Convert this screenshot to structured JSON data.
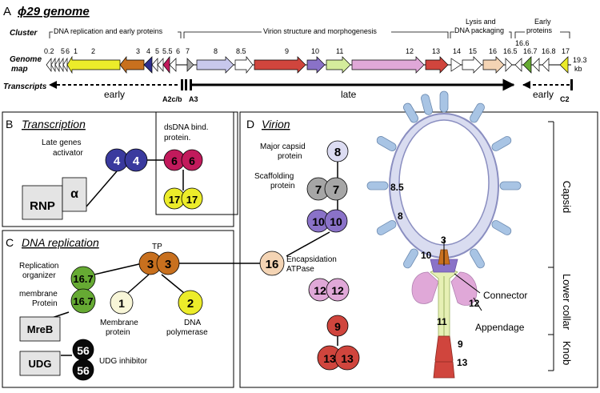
{
  "panel_a": {
    "letter": "A",
    "title": "ϕ29 genome",
    "cluster_label": "Cluster",
    "genome_label": "Genome",
    "map_label": "map",
    "transcripts_label": "Transcripts",
    "cluster_dna": "DNA replication and early proteins",
    "cluster_virion": "Virion structure and morphogenesis",
    "cluster_lysis_1": "Lysis and",
    "cluster_lysis_2": "DNA packaging",
    "cluster_early_1": "Early",
    "cluster_early_2": "proteins",
    "genes": [
      "0.2",
      "5",
      "6",
      "1",
      "2",
      "3",
      "4",
      "5",
      "5.5",
      "6",
      "7",
      "8",
      "8.5",
      "9",
      "10",
      "11",
      "12",
      "13",
      "14",
      "15",
      "16",
      "16.5",
      "16.6",
      "16.7",
      "16.8",
      "17",
      "19.3"
    ],
    "kb_label": "kb",
    "transcript_early_left": "early",
    "transcript_late": "late",
    "transcript_early_right": "early",
    "promoter_a2": "A2c/b",
    "promoter_a3": "A3",
    "promoter_c2": "C2"
  },
  "panel_b": {
    "letter": "B",
    "title": "Transcription",
    "activator_1": "Late genes",
    "activator_2": "activator",
    "dsdna_1": "dsDNA bind.",
    "dsdna_2": "protein.",
    "rnp": "RNP",
    "alpha": "α",
    "p4": "4",
    "p6": "6",
    "p17": "17"
  },
  "panel_c": {
    "letter": "C",
    "title": "DNA replication",
    "tp": "TP",
    "p3": "3",
    "org_1": "Replication",
    "org_2": "organizer",
    "org_3": "membrane",
    "org_4": "Protein",
    "p16_7": "16.7",
    "mreb": "MreB",
    "p1": "1",
    "membrane_1": "Membrane",
    "membrane_2": "protein",
    "p2": "2",
    "dnapol_1": "DNA",
    "dnapol_2": "polymerase",
    "udg": "UDG",
    "p56": "56",
    "udg_inhibitor": "UDG inhibitor"
  },
  "panel_d": {
    "letter": "D",
    "title": "Virion",
    "major_1": "Major capsid",
    "major_2": "protein",
    "p8": "8",
    "scaf_1": "Scaffolding",
    "scaf_2": "protein",
    "p7": "7",
    "p10": "10",
    "p16": "16",
    "encap_1": "Encapsidation",
    "encap_2": "ATPase",
    "p12": "12",
    "p9": "9",
    "p13": "13",
    "label_8_5": "8.5",
    "label_8": "8",
    "label_3": "3",
    "label_10": "10",
    "label_11": "11",
    "label_12": "12",
    "label_9": "9",
    "label_13": "13",
    "connector": "Connector",
    "appendage": "Appendage",
    "capsid": "Capsid",
    "lower_collar": "Lower collar",
    "knob": "Knob"
  },
  "colors": {
    "yellow": "#ecec2a",
    "brown": "#c8701e",
    "navy": "#2e2e8e",
    "blue": "#3a3a9e",
    "crimson": "#c21a5c",
    "grey": "#a6a6a6",
    "lavender": "#c8c8ec",
    "red": "#d0453d",
    "purple": "#8a72c8",
    "lightgreen": "#d4ec9c",
    "pink": "#e0a8d8",
    "peach": "#f4d4b4",
    "green": "#66aa33",
    "cream": "#f8f6d8",
    "lightblue": "#a8c4e4",
    "black": "#0a0a0a"
  }
}
